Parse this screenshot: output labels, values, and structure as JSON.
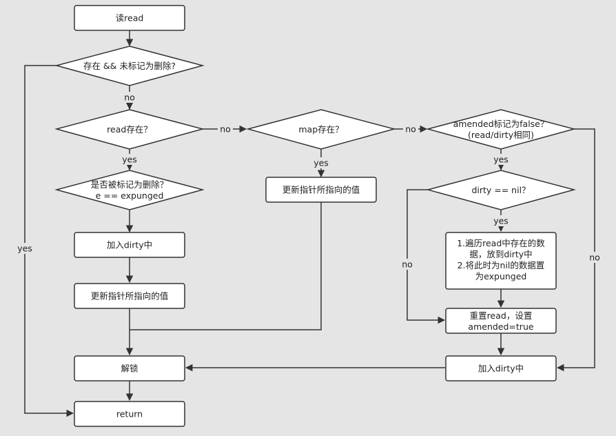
{
  "nodes": {
    "read": "读read",
    "check_exists": "存在 && 未标记为删除?",
    "read_exists": "read存在？",
    "map_exists": "map存在？",
    "amended_false_1": "amended标记为false？",
    "amended_false_2": "(read/dirty相同)",
    "is_deleted_1": "是否被标记为删除？",
    "is_deleted_2": "e == expunged",
    "add_dirty_left": "加入dirty中",
    "update_ptr_left": "更新指针所指向的值",
    "update_ptr_mid": "更新指针所指向的值",
    "dirty_nil": "dirty == nil？",
    "iterate_1": "1.遍历read中存在的数",
    "iterate_2": "据，放到dirty中",
    "iterate_3": "2.将此时为nil的数据置",
    "iterate_4": "为expunged",
    "reset_1": "重置read，设置",
    "reset_2": "amended=true",
    "unlock": "解锁",
    "add_dirty_right": "加入dirty中",
    "return": "return"
  },
  "edge_labels": {
    "no_check": "no",
    "yes_check": "yes",
    "no_read": "no",
    "yes_read": "yes",
    "no_map": "no",
    "yes_map": "yes",
    "yes_amended": "yes",
    "no_amended": "no",
    "yes_dirty_nil": "yes",
    "no_dirty_nil": "no"
  }
}
